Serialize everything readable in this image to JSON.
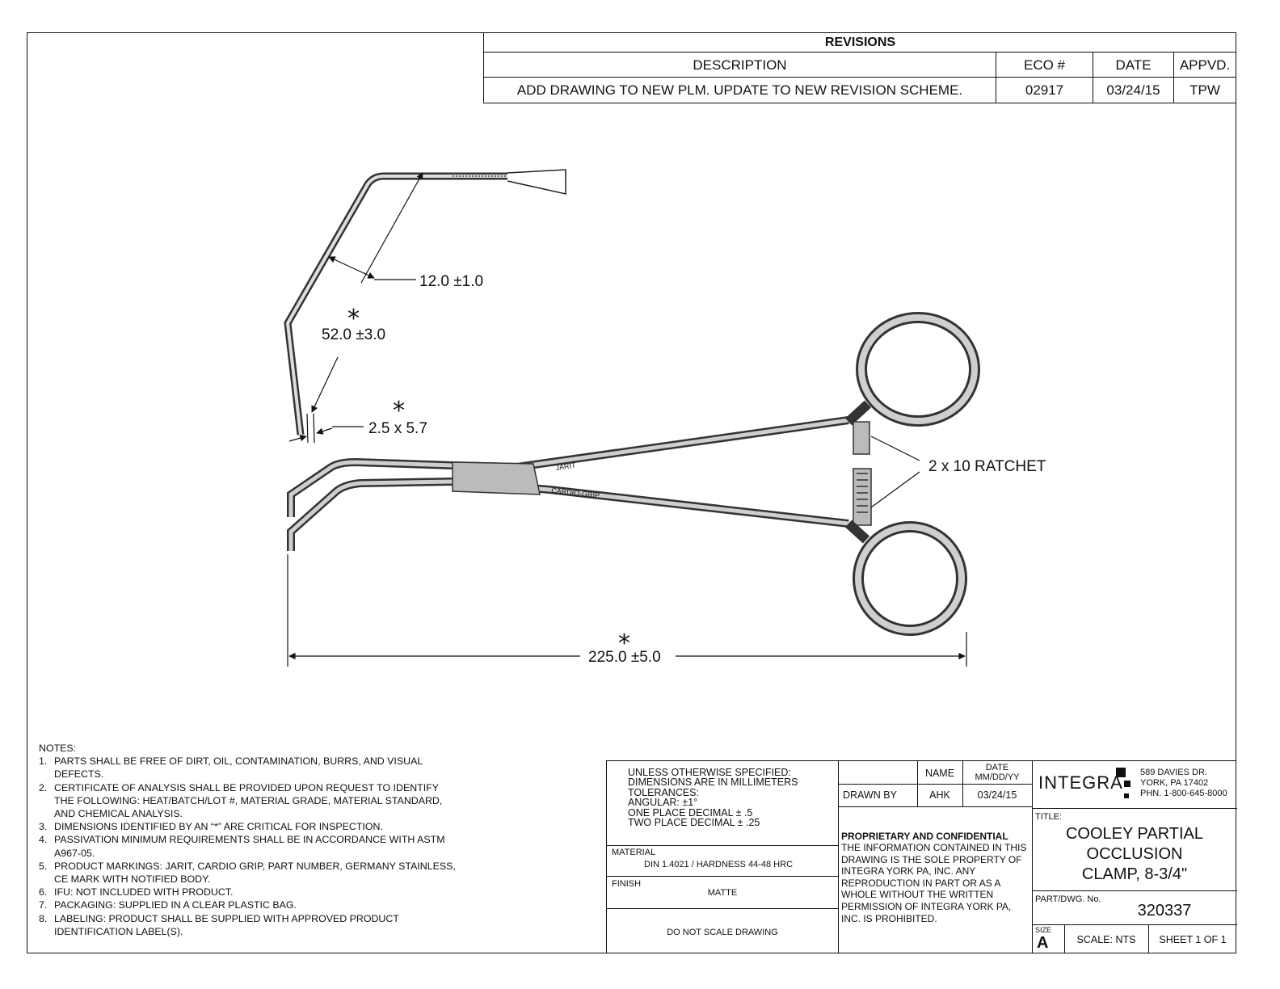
{
  "revisions": {
    "title": "REVISIONS",
    "headers": {
      "description": "DESCRIPTION",
      "eco": "ECO #",
      "date": "DATE",
      "approved": "APPVD."
    },
    "rows": [
      {
        "description": "ADD DRAWING TO NEW PLM. UPDATE TO NEW REVISION SCHEME.",
        "eco": "02917",
        "date": "03/24/15",
        "approved": "TPW"
      }
    ]
  },
  "dimensions": {
    "jaw_width": "12.0 ±1.0",
    "jaw_length": "52.0 ±3.0",
    "tip": "2.5 x 5.7",
    "overall_length": "225.0 ±5.0",
    "ratchet": "2 x 10 RATCHET",
    "critical_mark": "*"
  },
  "markings": {
    "shank_top": "JARIT",
    "shank_bottom": "CARDIO-GRIP"
  },
  "notes": {
    "title": "NOTES:",
    "items": [
      {
        "num": "1.",
        "text": "PARTS SHALL BE FREE OF DIRT, OIL, CONTAMINATION, BURRS, AND VISUAL DEFECTS."
      },
      {
        "num": "2.",
        "text": "CERTIFICATE OF ANALYSIS SHALL BE PROVIDED UPON REQUEST TO IDENTIFY THE FOLLOWING: HEAT/BATCH/LOT #, MATERIAL GRADE, MATERIAL STANDARD, AND CHEMICAL ANALYSIS."
      },
      {
        "num": "3.",
        "text": "DIMENSIONS IDENTIFIED BY AN “*” ARE CRITICAL FOR INSPECTION."
      },
      {
        "num": "4.",
        "text": "PASSIVATION MINIMUM REQUIREMENTS SHALL BE IN ACCORDANCE WITH ASTM A967-05."
      },
      {
        "num": "5.",
        "text": "PRODUCT MARKINGS: JARIT, CARDIO GRIP, PART NUMBER, GERMANY STAINLESS, CE MARK WITH NOTIFIED BODY."
      },
      {
        "num": "6.",
        "text": "IFU: NOT INCLUDED WITH PRODUCT."
      },
      {
        "num": "7.",
        "text": "PACKAGING: SUPPLIED IN A CLEAR PLASTIC BAG."
      },
      {
        "num": "8.",
        "text": "LABELING: PRODUCT SHALL BE SUPPLIED WITH APPROVED PRODUCT IDENTIFICATION LABEL(S)."
      }
    ]
  },
  "title_block": {
    "spec_lines": [
      "UNLESS OTHERWISE SPECIFIED:",
      "DIMENSIONS ARE IN MILLIMETERS",
      "TOLERANCES:",
      "ANGULAR: ±1°",
      "ONE PLACE DECIMAL ± .5",
      "TWO PLACE DECIMAL ± .25"
    ],
    "material_label": "MATERIAL",
    "material": "DIN 1.4021 / HARDNESS 44-48 HRC",
    "finish_label": "FINISH",
    "finish": "MATTE",
    "do_not_scale": "DO NOT SCALE DRAWING",
    "name_header": "NAME",
    "date_header_1": "DATE",
    "date_header_2": "MM/DD/YY",
    "drawn_by_label": "DRAWN BY",
    "drawn_by": "AHK",
    "drawn_date": "03/24/15",
    "proprietary_title": "PROPRIETARY AND CONFIDENTIAL",
    "proprietary_text": "THE INFORMATION CONTAINED IN THIS DRAWING IS THE SOLE PROPERTY OF INTEGRA YORK PA, INC.  ANY REPRODUCTION IN PART OR AS A WHOLE WITHOUT THE WRITTEN PERMISSION OF INTEGRA YORK PA, INC. IS PROHIBITED.",
    "company": "INTEGRA",
    "address_1": "589 DAVIES DR.",
    "address_2": "YORK, PA 17402",
    "address_3": "PHN. 1-800-645-8000",
    "title_label": "TITLE:",
    "title_1": "COOLEY PARTIAL",
    "title_2": "OCCLUSION",
    "title_3": "CLAMP, 8-3/4\"",
    "part_label": "PART/DWG. No.",
    "part_number": "320337",
    "size_label": "SIZE",
    "size": "A",
    "scale": "SCALE: NTS",
    "sheet": "SHEET 1 OF 1"
  }
}
